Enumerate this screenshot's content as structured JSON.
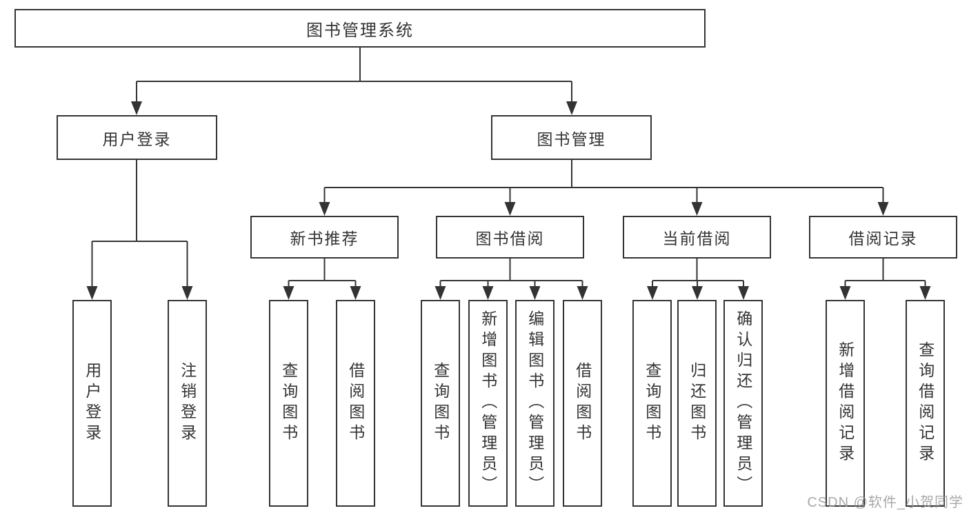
{
  "diagram_title": "图书管理系统",
  "nodes": {
    "root": "图书管理系统",
    "user_login": "用户登录",
    "book_mgmt": "图书管理",
    "new_book_rec": "新书推荐",
    "book_borrow": "图书借阅",
    "current_borrow": "当前借阅",
    "borrow_records": "借阅记录",
    "ul_login": "用户登录",
    "ul_logout": "注销登录",
    "nb_query": "查询图书",
    "nb_borrow": "借阅图书",
    "bb_query": "查询图书",
    "bb_add": "新增图书（管理员）",
    "bb_edit": "编辑图书（管理员）",
    "bb_borrow": "借阅图书",
    "cb_query": "查询图书",
    "cb_return": "归还图书",
    "cb_confirm": "确认归还（管理员）",
    "br_add": "新增借阅记录",
    "br_query": "查询借阅记录"
  },
  "edges": [
    {
      "from": "图书管理系统",
      "to": "用户登录"
    },
    {
      "from": "图书管理系统",
      "to": "图书管理"
    },
    {
      "from": "用户登录",
      "to": "用户登录"
    },
    {
      "from": "用户登录",
      "to": "注销登录"
    },
    {
      "from": "图书管理",
      "to": "新书推荐"
    },
    {
      "from": "图书管理",
      "to": "图书借阅"
    },
    {
      "from": "图书管理",
      "to": "当前借阅"
    },
    {
      "from": "图书管理",
      "to": "借阅记录"
    },
    {
      "from": "新书推荐",
      "to": "查询图书"
    },
    {
      "from": "新书推荐",
      "to": "借阅图书"
    },
    {
      "from": "图书借阅",
      "to": "查询图书"
    },
    {
      "from": "图书借阅",
      "to": "新增图书（管理员）"
    },
    {
      "from": "图书借阅",
      "to": "编辑图书（管理员）"
    },
    {
      "from": "图书借阅",
      "to": "借阅图书"
    },
    {
      "from": "当前借阅",
      "to": "查询图书"
    },
    {
      "from": "当前借阅",
      "to": "归还图书"
    },
    {
      "from": "当前借阅",
      "to": "确认归还（管理员）"
    },
    {
      "from": "借阅记录",
      "to": "新增借阅记录"
    },
    {
      "from": "借阅记录",
      "to": "查询借阅记录"
    }
  ],
  "watermark": "CSDN @软件_小贺同学",
  "colors": {
    "line": "#333333",
    "box_border": "#333333",
    "text": "#333333",
    "background": "#ffffff",
    "watermark": "#9a9a9a"
  }
}
